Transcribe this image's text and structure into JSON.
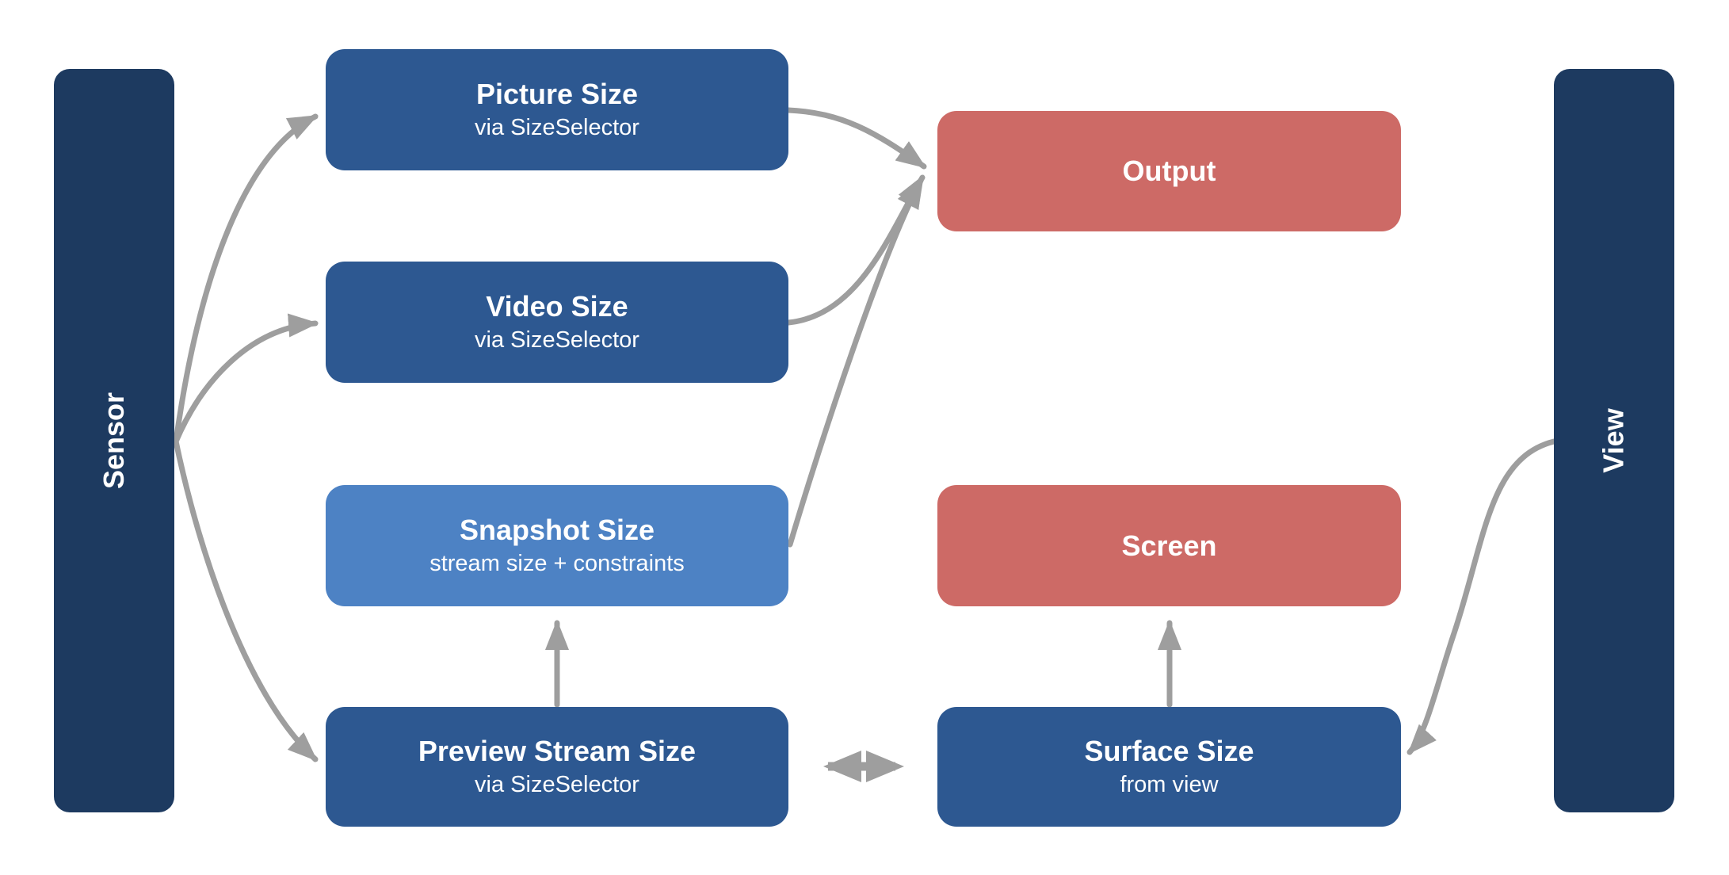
{
  "diagram": {
    "background": "#ffffff",
    "colors": {
      "sidebar_navy": "#1d3a60",
      "node_blue": "#2d5891",
      "node_light_blue": "#4d82c4",
      "node_red": "#cd6a66",
      "arrow_gray": "#9e9e9e",
      "text_white": "#ffffff"
    }
  },
  "sidebars": {
    "left": {
      "label": "Sensor"
    },
    "right": {
      "label": "View"
    }
  },
  "nodes": {
    "picture": {
      "title": "Picture Size",
      "subtitle": "via SizeSelector"
    },
    "video": {
      "title": "Video Size",
      "subtitle": "via SizeSelector"
    },
    "snapshot": {
      "title": "Snapshot Size",
      "subtitle": "stream size + constraints"
    },
    "preview": {
      "title": "Preview Stream Size",
      "subtitle": "via SizeSelector"
    },
    "output": {
      "title": "Output"
    },
    "screen": {
      "title": "Screen"
    },
    "surface": {
      "title": "Surface Size",
      "subtitle": "from view"
    }
  },
  "edges": [
    {
      "from": "sensor",
      "to": "picture-size",
      "style": "solid-curve",
      "arrowheads": "end"
    },
    {
      "from": "sensor",
      "to": "video-size",
      "style": "solid-curve",
      "arrowheads": "end"
    },
    {
      "from": "sensor",
      "to": "preview-stream-size",
      "style": "solid-curve",
      "arrowheads": "end"
    },
    {
      "from": "picture-size",
      "to": "output",
      "style": "solid-curve",
      "arrowheads": "end"
    },
    {
      "from": "video-size",
      "to": "output",
      "style": "solid-curve",
      "arrowheads": "end"
    },
    {
      "from": "snapshot-size",
      "to": "output",
      "style": "solid-curve",
      "arrowheads": "end"
    },
    {
      "from": "preview-stream-size",
      "to": "snapshot-size",
      "style": "solid-straight",
      "arrowheads": "end"
    },
    {
      "from": "surface-size",
      "to": "screen",
      "style": "solid-straight",
      "arrowheads": "end"
    },
    {
      "from": "preview-stream-size",
      "to": "surface-size",
      "style": "dotted",
      "arrowheads": "both"
    },
    {
      "from": "view",
      "to": "surface-size",
      "style": "solid-curve",
      "arrowheads": "end"
    }
  ]
}
